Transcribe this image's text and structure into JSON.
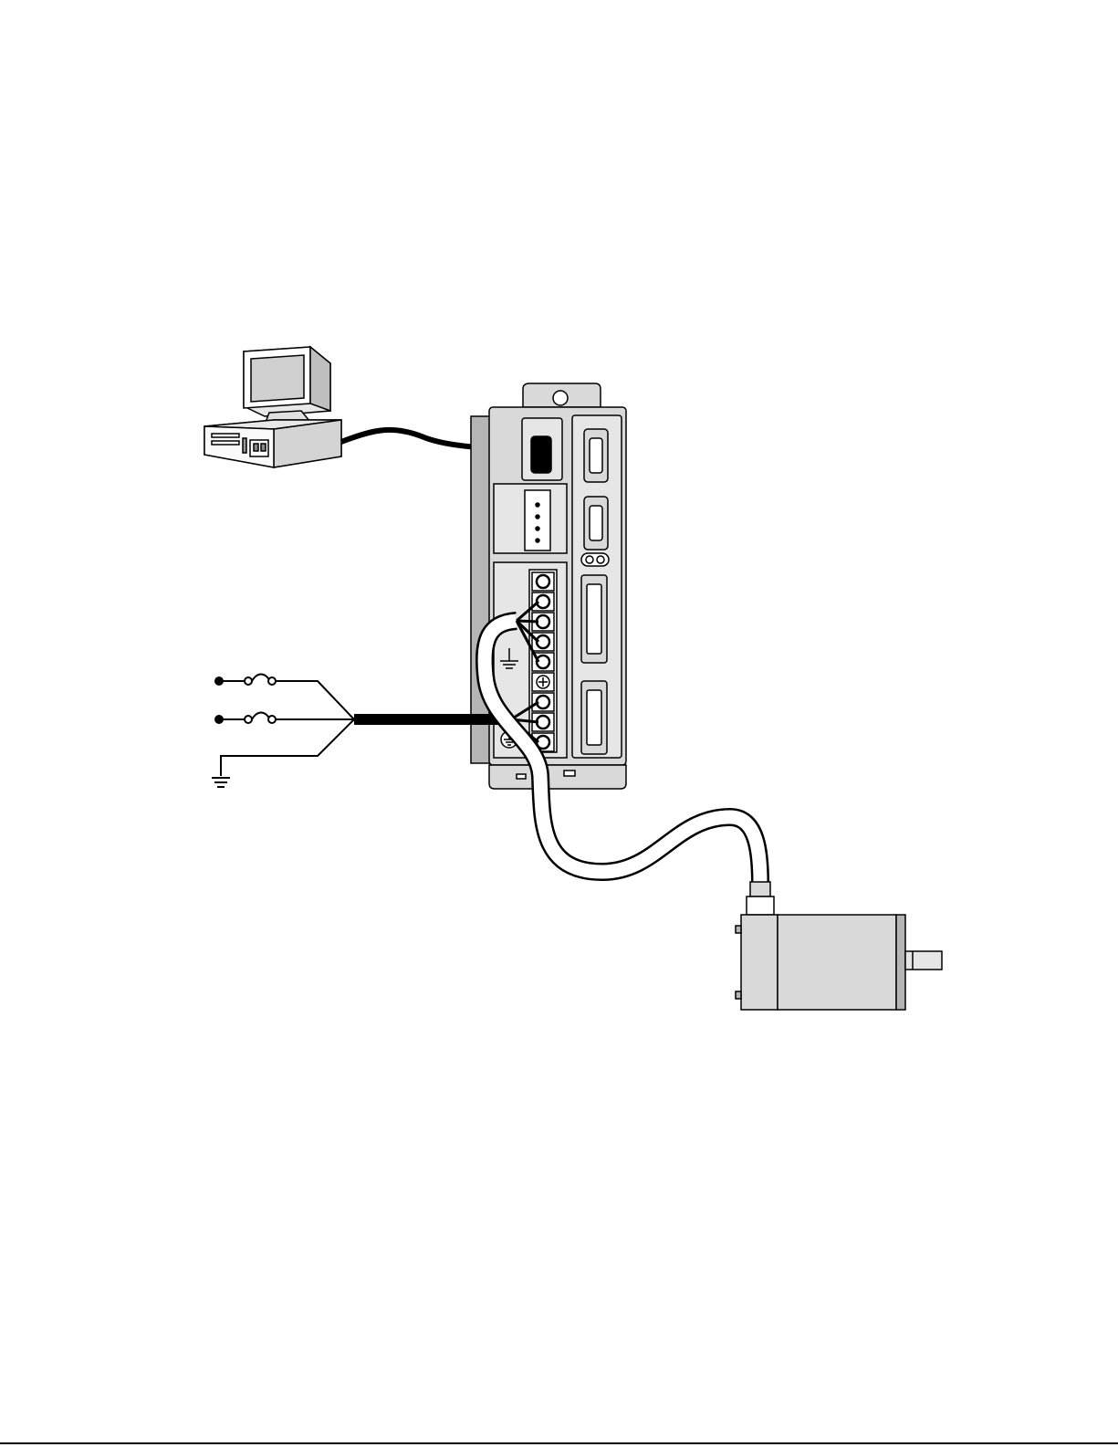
{
  "diagram": {
    "components": [
      {
        "id": "pc",
        "name": "personal-computer-icon"
      },
      {
        "id": "drive",
        "name": "servo-drive-icon"
      },
      {
        "id": "motor",
        "name": "servo-motor-icon"
      },
      {
        "id": "ac-supply",
        "name": "ac-power-input-icon"
      }
    ],
    "connections": [
      {
        "from": "pc",
        "to": "drive",
        "name": "serial-cable"
      },
      {
        "from": "ac-supply",
        "to": "drive",
        "name": "ac-power-cable"
      },
      {
        "from": "drive",
        "to": "motor",
        "name": "motor-power-cable"
      }
    ],
    "colors": {
      "line": "#000000",
      "housing": "#d9d9d9",
      "housing_dark": "#b5b5b5",
      "panel": "#e6e6e6",
      "cable_white": "#ffffff",
      "background": "#ffffff"
    }
  }
}
